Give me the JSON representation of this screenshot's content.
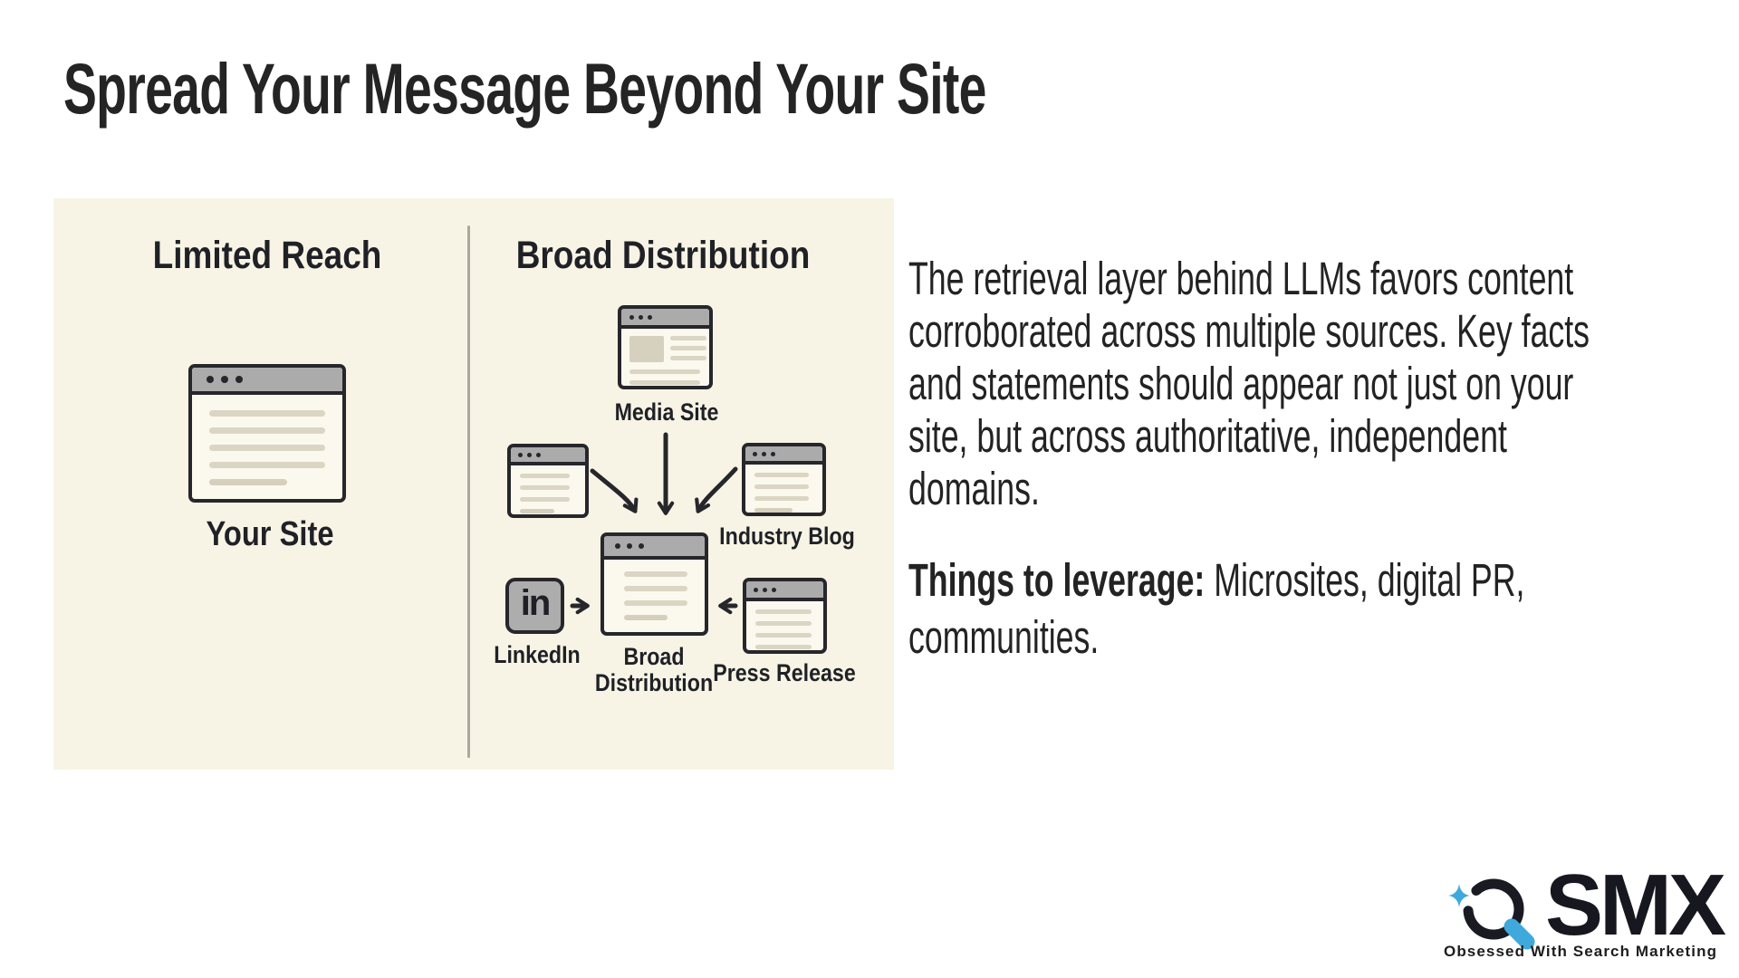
{
  "title": "Spread Your Message Beyond Your Site",
  "diagram": {
    "limited_heading": "Limited Reach",
    "broad_heading": "Broad Distribution",
    "your_site_label": "Your Site",
    "media_site_label": "Media Site",
    "industry_blog_label": "Industry Blog",
    "linkedin_label": "LinkedIn",
    "linkedin_glyph": "in",
    "broad_center_label_line1": "Broad",
    "broad_center_label_line2": "Distribution",
    "press_release_label": "Press Release",
    "panel_bg_color": "#F8F4E5",
    "browser_bg_color": "#FBF8EE",
    "titlebar_color": "#ABABAB",
    "outline_color": "#26262B"
  },
  "body_text": {
    "paragraph_lines": [
      "The retrieval layer behind LLMs favors content",
      "corroborated across multiple sources. Key facts",
      "and statements should appear not just on your",
      "site, but across authoritative, independent",
      "domains."
    ],
    "leverage_bold": "Things to leverage:",
    "leverage_rest": " Microsites, digital PR,",
    "leverage_line2": "communities."
  },
  "logo": {
    "name": "SMX",
    "tagline": "Obsessed With Search Marketing",
    "accent_color": "#3FA9DC",
    "dark_color": "#17171F"
  }
}
